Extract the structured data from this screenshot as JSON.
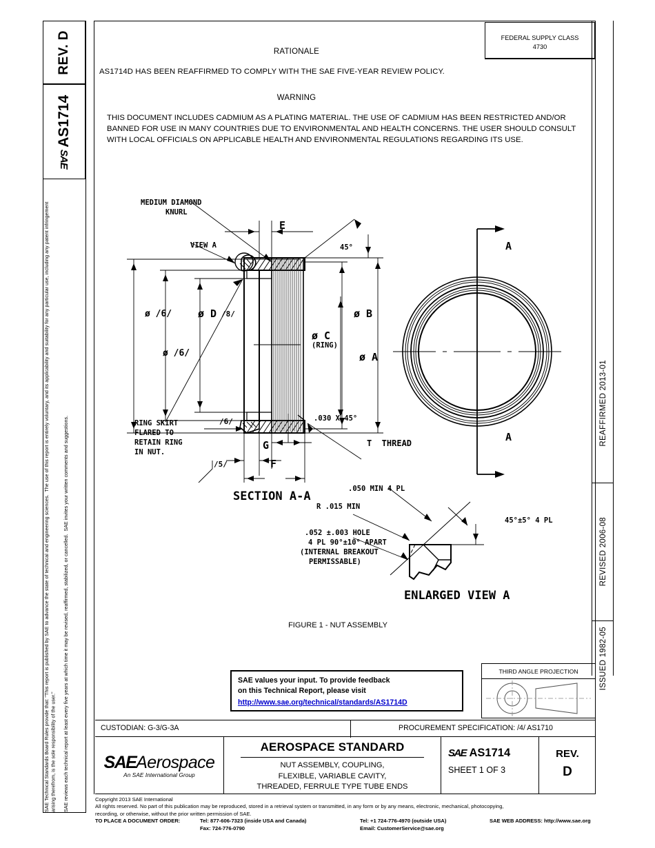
{
  "left_tabs": {
    "rev_label": "REV.",
    "rev_value": "D",
    "sae_mark": "SAE",
    "doc_number": "AS1714"
  },
  "legal_sidebar": {
    "paragraph_1": "SAE Technical Standards Board Rules provide that: \"This report is published by SAE to advance the state of technical and engineering sciences.  The use of this report is entirely voluntary, and its applicability and suitability for any particular use, including any patent infringement arising therefrom, is the sole responsibility of the user.\"",
    "paragraph_2": "SAE reviews each technical report at least every five years at which time it may be revised, reaffirmed, stabilized, or cancelled.  SAE invites your written comments and suggestions."
  },
  "revision_column": {
    "reaffirmed": "REAFFIRMED 2013-01",
    "revised": "REVISED 2006-08",
    "issued": "ISSUED 1982-05"
  },
  "federal_supply_class": {
    "label": "FEDERAL SUPPLY CLASS",
    "value": "4730"
  },
  "rationale": {
    "heading": "RATIONALE",
    "body": "AS1714D HAS BEEN REAFFIRMED TO COMPLY WITH THE SAE FIVE-YEAR REVIEW POLICY."
  },
  "warning": {
    "heading": "WARNING",
    "body": "THIS DOCUMENT INCLUDES CADMIUM AS A PLATING MATERIAL.  THE USE OF CADMIUM HAS BEEN RESTRICTED AND/OR BANNED FOR USE IN MANY COUNTRIES DUE TO ENVIRONMENTAL AND HEALTH CONCERNS.  THE USER SHOULD CONSULT WITH LOCAL OFFICIALS ON APPLICABLE HEALTH AND ENVIRONMENTAL REGULATIONS REGARDING ITS USE."
  },
  "drawing": {
    "figure_caption": "FIGURE 1 - NUT ASSEMBLY",
    "section_label": "SECTION A-A",
    "enlarged_label": "ENLARGED VIEW A",
    "callouts": {
      "knurl_line1": "MEDIUM DIAMOND",
      "knurl_line2": "KNURL",
      "view_a": "VIEW A",
      "angle_45": "45°",
      "dim_e": "E",
      "dim_b": "ø B",
      "dim_a": "ø A",
      "dim_c": "ø C",
      "dim_c_sub": "(RING)",
      "dim_d": "ø D",
      "dim_d_ref": "/8/",
      "dim_phi_6_upper": "ø /6/",
      "dim_phi_6_lower": "ø /6/",
      "ref_6_bottom": "/6/",
      "ref_5_bottom": "/5/",
      "dim_g": "G",
      "dim_f": "F",
      "chamfer": ".030 X 45°",
      "thread": "T  THREAD",
      "ring_skirt_l1": "RING SKIRT",
      "ring_skirt_l2": "FLARED TO",
      "ring_skirt_l3": "RETAIN RING",
      "ring_skirt_l4": "IN NUT.",
      "section_arrow_top": "A",
      "section_arrow_bottom": "A"
    },
    "enlarged_callouts": {
      "min_4pl": ".050 MIN 4 PL",
      "radius": "R .015 MIN",
      "hole_l1": ".052 ±.003 HOLE",
      "hole_l2": "4 PL 90°±10° APART",
      "hole_l3": "(INTERNAL BREAKOUT",
      "hole_l4": "PERMISSABLE)",
      "angle_tol": "45°±5° 4 PL"
    }
  },
  "feedback_box": {
    "line1": "SAE values your input. To provide feedback",
    "line2": "on this Technical Report, please visit",
    "link": "http://www.sae.org/technical/standards/AS1714D"
  },
  "third_angle_projection": {
    "label": "THIRD ANGLE PROJECTION"
  },
  "custodian_row": {
    "custodian": "CUSTODIAN: G-3/G-3A",
    "procurement": "PROCUREMENT SPECIFICATION: /4/ AS1710"
  },
  "title_block": {
    "logo_sae": "SAE",
    "logo_aerospace": "Aerospace",
    "logo_subtitle": "An SAE International Group",
    "standard_type": "AEROSPACE STANDARD",
    "title_line1": "NUT ASSEMBLY, COUPLING,",
    "title_line2": "FLEXIBLE, VARIABLE CAVITY,",
    "title_line3": "THREADED, FERRULE TYPE TUBE ENDS",
    "doc_mark": "SAE",
    "doc_number": "AS1714",
    "sheet": "SHEET 1 OF 3",
    "rev_label": "REV.",
    "rev_value": "D"
  },
  "footer": {
    "copyright": "Copyright 2013 SAE International",
    "rights_line1": "All rights reserved. No part of this publication may be reproduced, stored in a retrieval system or transmitted, in any form or by any means, electronic, mechanical, photocopying,",
    "rights_line2": "recording, or otherwise, without the prior written permission of SAE.",
    "order_label": "TO PLACE A DOCUMENT ORDER:",
    "tel_inside": "Tel: 877-606-7323 (inside USA and Canada)",
    "fax": "Fax: 724-776-0790",
    "tel_outside": "Tel: +1 724-776-4970 (outside USA)",
    "email": "Email: CustomerService@sae.org",
    "web": "SAE WEB ADDRESS: http://www.sae.org"
  },
  "colors": {
    "link": "#0000cc",
    "ink": "#000000",
    "paper": "#ffffff"
  }
}
